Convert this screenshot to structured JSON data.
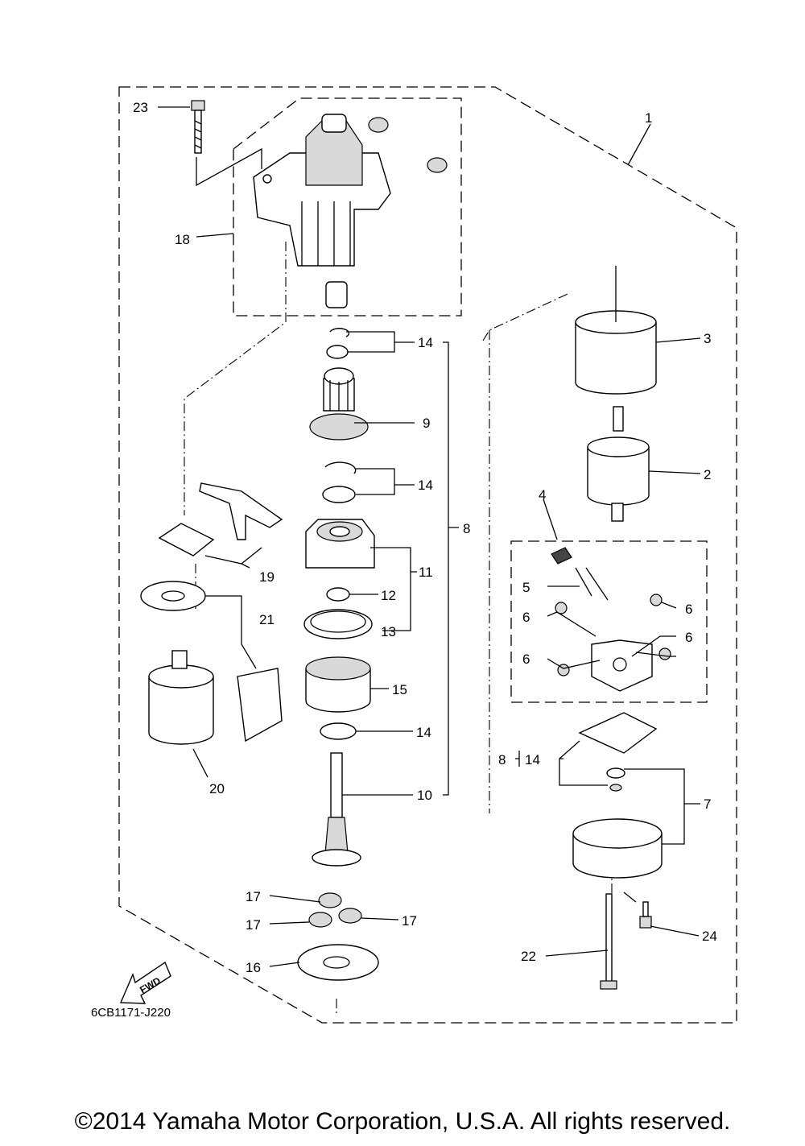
{
  "diagram": {
    "code": "6CB1171-J220",
    "fwd_label": "FWD",
    "callouts": {
      "c1": "1",
      "c2": "2",
      "c3": "3",
      "c4": "4",
      "c5": "5",
      "c6a": "6",
      "c6b": "6",
      "c6c": "6",
      "c6d": "6",
      "c7": "7",
      "c8a": "8",
      "c8b": "8",
      "c9": "9",
      "c10": "10",
      "c11": "11",
      "c12": "12",
      "c13": "13",
      "c14a": "14",
      "c14b": "14",
      "c14c": "14",
      "c14d": "14",
      "c15": "15",
      "c16": "16",
      "c17a": "17",
      "c17b": "17",
      "c17c": "17",
      "c18": "18",
      "c19": "19",
      "c20": "20",
      "c21": "21",
      "c22": "22",
      "c23": "23",
      "c24": "24"
    }
  },
  "footer": {
    "copyright": "©2014 Yamaha Motor Corporation, U.S.A. All rights reserved."
  }
}
